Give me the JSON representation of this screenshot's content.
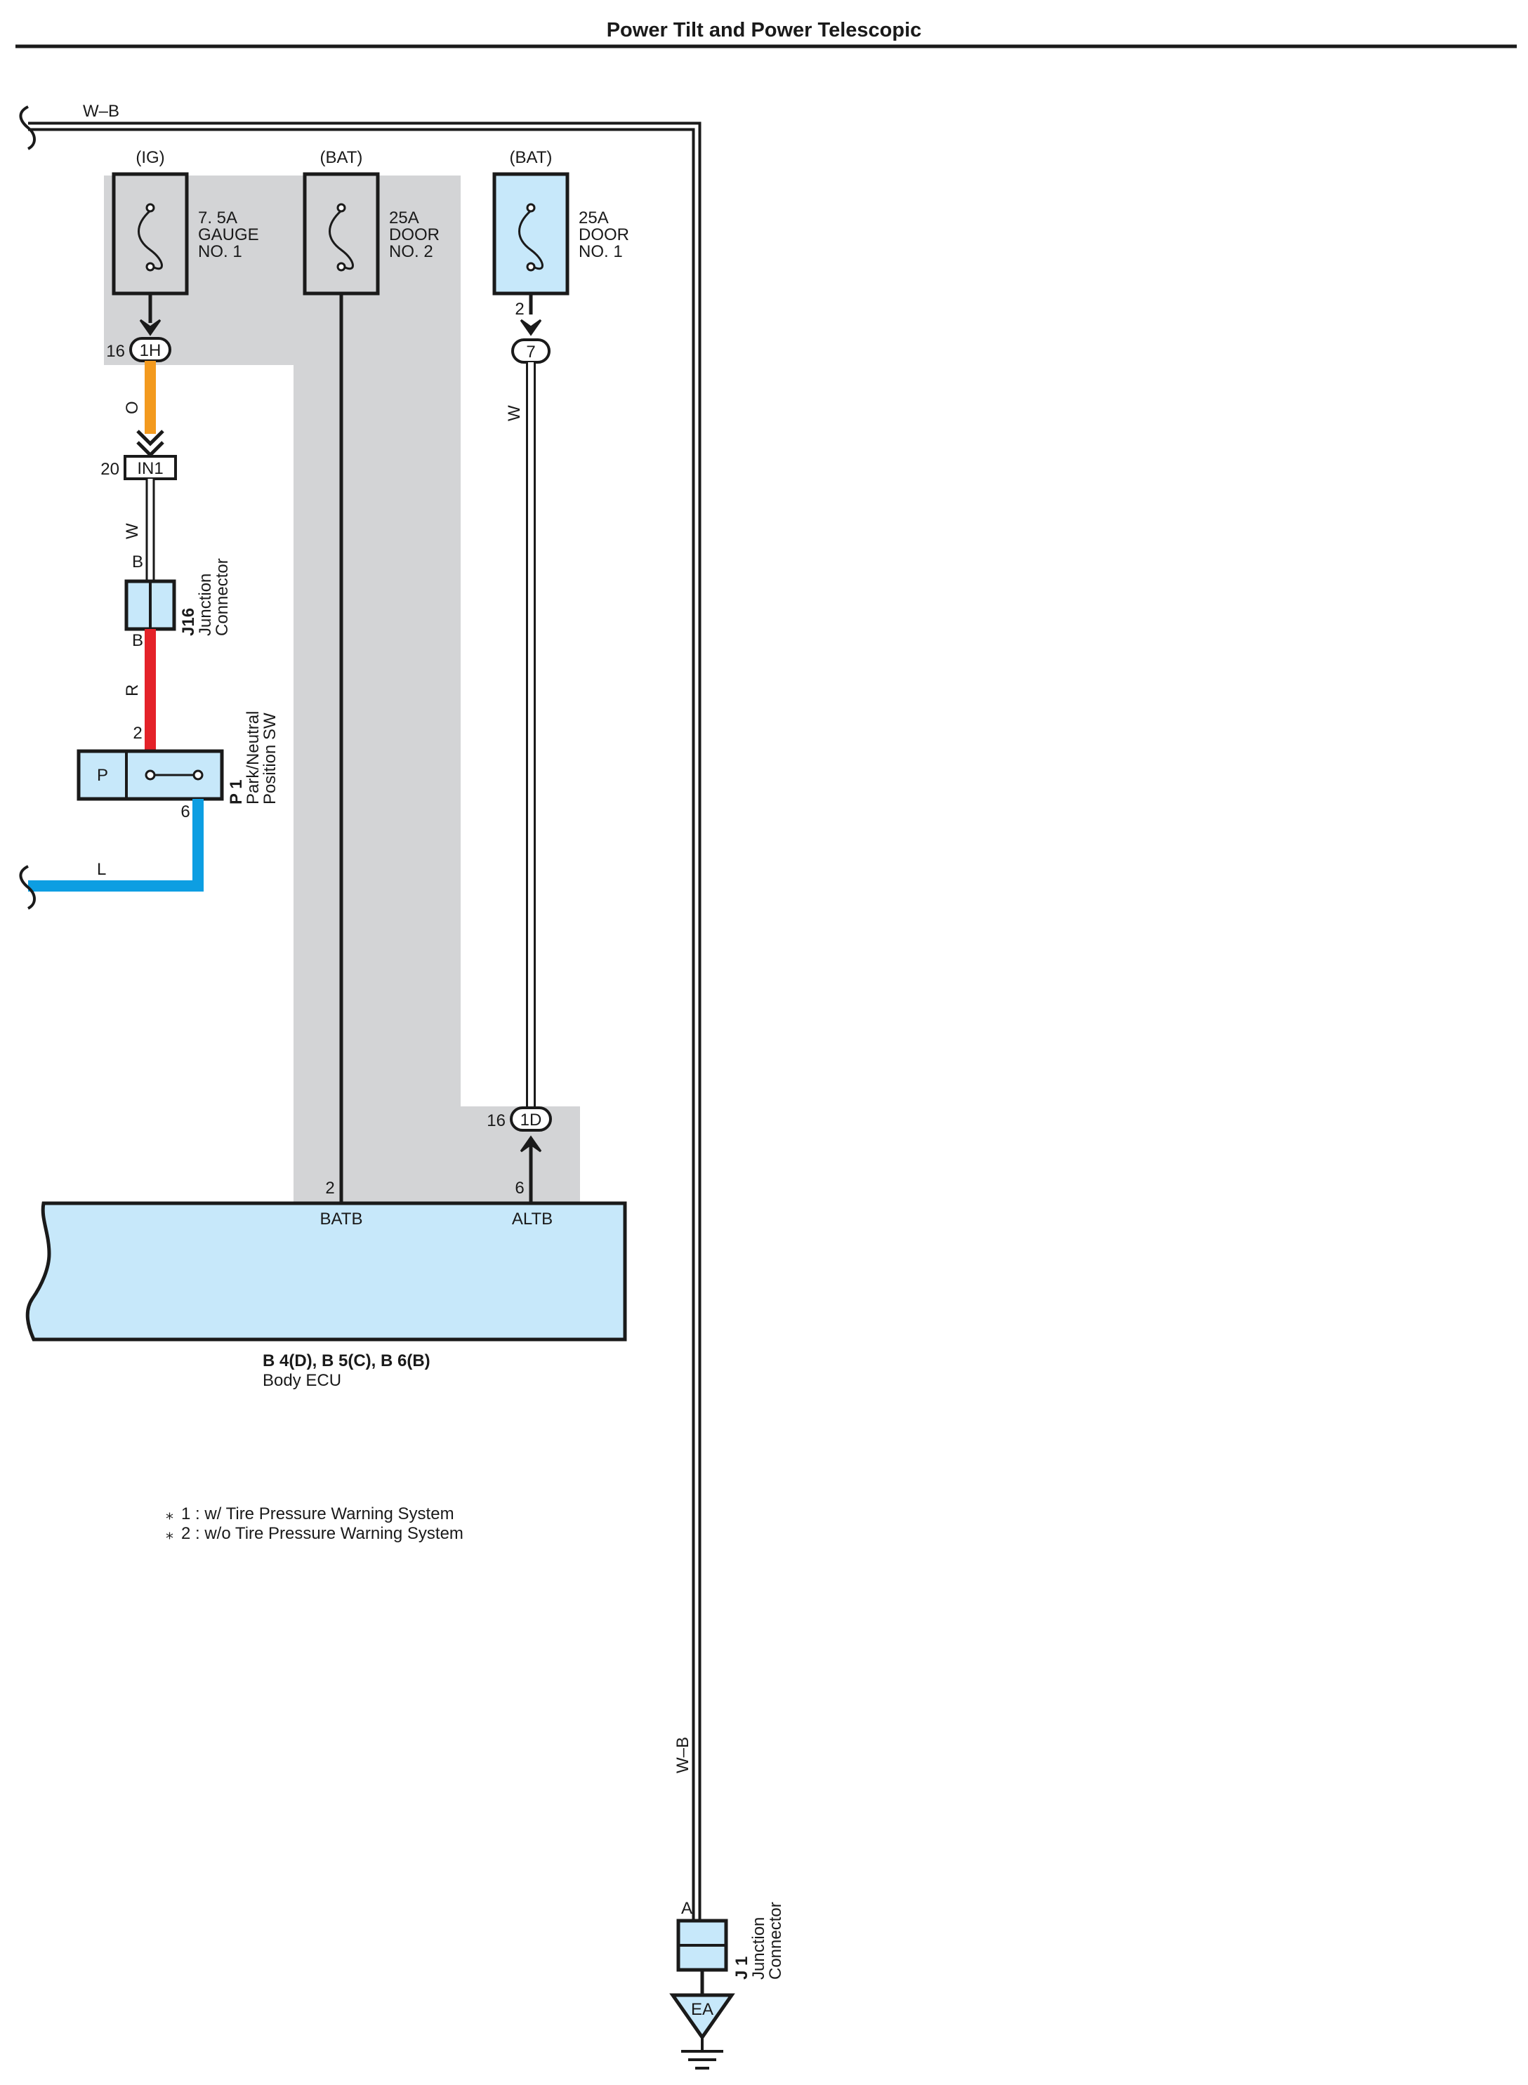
{
  "title": "Power Tilt and Power Telescopic",
  "colors": {
    "orange": "#f39a1e",
    "red": "#e42229",
    "blue": "#0d9ee2",
    "lightblue": "#c7e8fa",
    "gray": "#d3d4d6",
    "black": "#1a1a1a"
  },
  "wires": {
    "wb_top": "W–B",
    "wb_vertical": "W–B",
    "o": "O",
    "w1": "W",
    "w2": "W",
    "r": "R",
    "l": "L"
  },
  "fuses": [
    {
      "source": "(IG)",
      "line1": "7. 5A",
      "line2": "GAUGE",
      "line3": "NO. 1"
    },
    {
      "source": "(BAT)",
      "line1": "25A",
      "line2": "DOOR",
      "line3": "NO. 2"
    },
    {
      "source": "(BAT)",
      "line1": "25A",
      "line2": "DOOR",
      "line3": "NO. 1"
    }
  ],
  "connectors": {
    "c1h": {
      "id": "1H",
      "pin": "16"
    },
    "c7": {
      "id": "7",
      "pin": "2"
    },
    "in1": {
      "id": "IN1",
      "pin": "20"
    },
    "c1d": {
      "id": "1D",
      "pin": "16"
    }
  },
  "j16": {
    "name": "J16",
    "desc": "Junction",
    "desc2": "Connector",
    "pin_top": "B",
    "pin_bottom": "B"
  },
  "p1": {
    "name": "P 1",
    "desc": "Park/Neutral",
    "desc2": "Position SW",
    "label": "P",
    "pin_top": "2",
    "pin_bottom": "6"
  },
  "ecu": {
    "name": "B 4(D), B 5(C), B 6(B)",
    "desc": "Body ECU",
    "pin_batb": "2",
    "label_batb": "BATB",
    "pin_altb": "6",
    "label_altb": "ALTB"
  },
  "notes": [
    {
      "mark": "⁎",
      "text": "1 : w/ Tire Pressure Warning System"
    },
    {
      "mark": "⁎",
      "text": "2 : w/o Tire Pressure Warning System"
    }
  ],
  "j1": {
    "name": "J 1",
    "desc": "Junction",
    "desc2": "Connector",
    "pin": "A"
  },
  "ground": {
    "label": "EA"
  }
}
